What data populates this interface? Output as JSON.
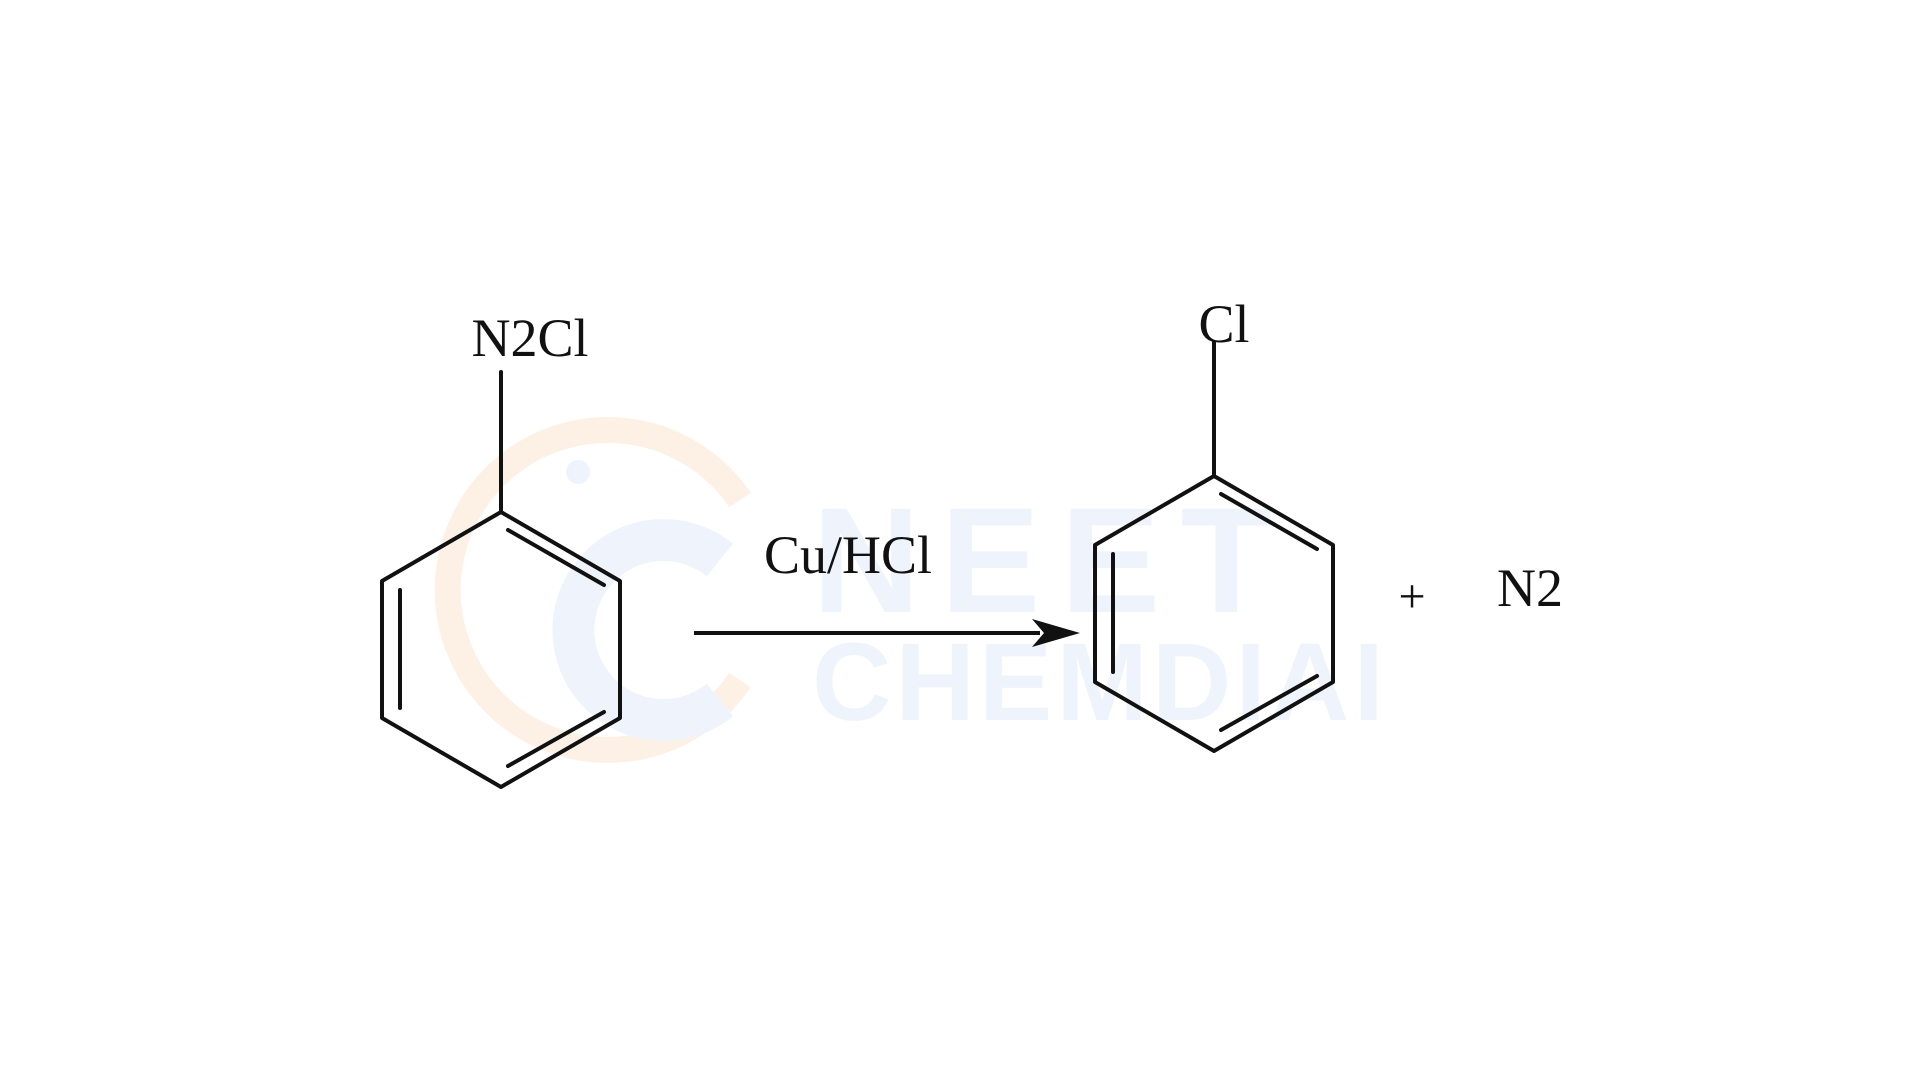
{
  "colors": {
    "ink": "#111111",
    "background": "#ffffff",
    "watermark_blue": "#e3ecfa",
    "watermark_orange": "#fbe6cf"
  },
  "watermark": {
    "line1": "NEET",
    "line2": "CHEMDIAI",
    "logo_icon": "c-logo-icon"
  },
  "reactant": {
    "substituent": "N2Cl"
  },
  "reagent": {
    "label": "Cu/HCl"
  },
  "product": {
    "substituent": "Cl"
  },
  "byproduct": {
    "plus": "+",
    "formula": "N2"
  }
}
